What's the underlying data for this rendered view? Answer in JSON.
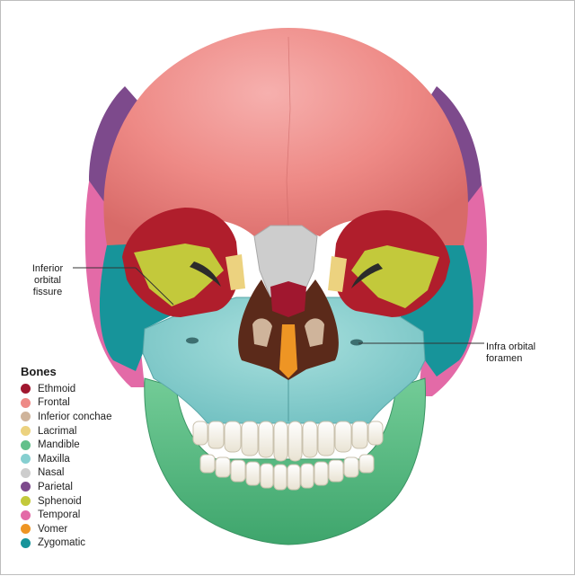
{
  "legend": {
    "title": "Bones",
    "items": [
      {
        "label": "Ethmoid",
        "color": "#a0172f"
      },
      {
        "label": "Frontal",
        "color": "#ee8a86"
      },
      {
        "label": "Inferior conchae",
        "color": "#cfb49b"
      },
      {
        "label": "Lacrimal",
        "color": "#ecd27f"
      },
      {
        "label": "Mandible",
        "color": "#63c08a"
      },
      {
        "label": "Maxilla",
        "color": "#86cfd0"
      },
      {
        "label": "Nasal",
        "color": "#cdcdcd"
      },
      {
        "label": "Parietal",
        "color": "#7d4a8c"
      },
      {
        "label": "Sphenoid",
        "color": "#c3c93b"
      },
      {
        "label": "Temporal",
        "color": "#e36aa7"
      },
      {
        "label": "Vomer",
        "color": "#ee9524"
      },
      {
        "label": "Zygomatic",
        "color": "#17949a"
      }
    ]
  },
  "callouts": {
    "left": {
      "lines": [
        "Inferior",
        "orbital",
        "fissure"
      ]
    },
    "right": {
      "lines": [
        "Infra orbital",
        "foramen"
      ]
    }
  }
}
